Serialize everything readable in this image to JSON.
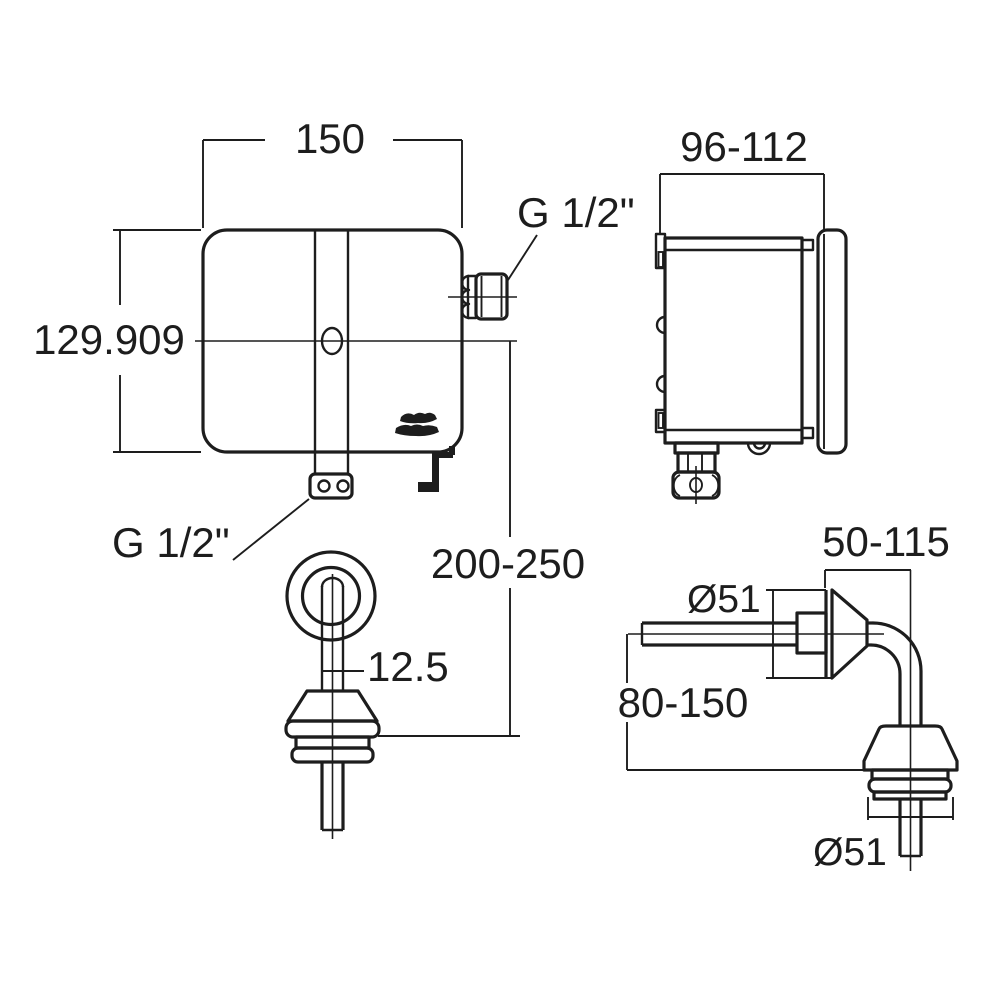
{
  "colors": {
    "line": "#1d1d1d",
    "background": "#ffffff"
  },
  "front_view": {
    "width": "150",
    "height": "129.909",
    "top_connection": "G 1/2\"",
    "bottom_connection": "G 1/2\"",
    "spreader_drop": "200-250",
    "spreader_pipe_diameter": "12.5"
  },
  "side_view": {
    "depth": "96-112"
  },
  "elbow_view": {
    "horizontal_reach": "50-115",
    "escutcheon_diameter": "Ø51",
    "vertical_drop": "80-150",
    "spud_diameter": "Ø51"
  },
  "logo_icon": "american-standard-script-logo"
}
